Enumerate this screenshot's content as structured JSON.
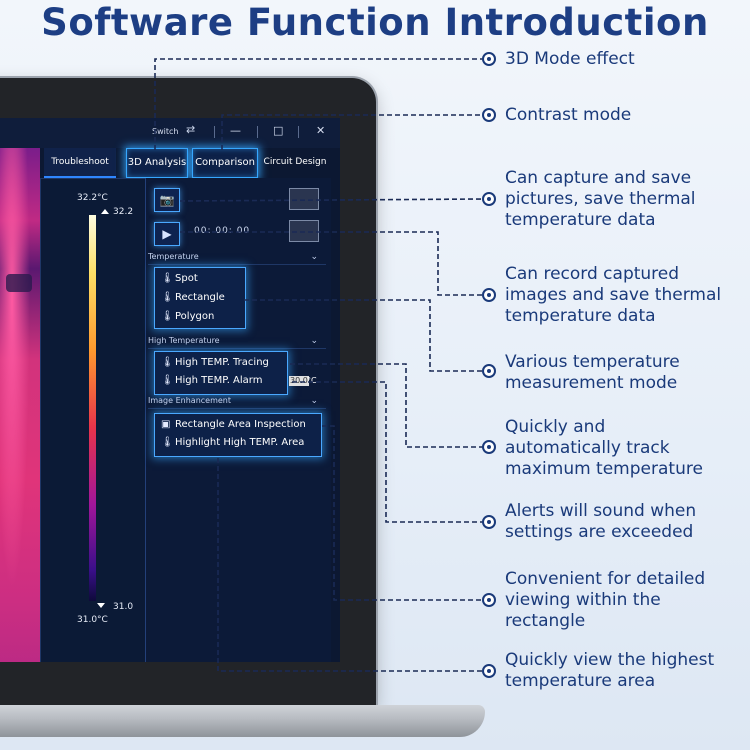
{
  "title": "Software Function Introduction",
  "app": {
    "switch_label": "Switch",
    "switch_icon": "switch-icon",
    "window_controls": {
      "minimize": "—",
      "maximize": "□",
      "close": "✕"
    },
    "tabs": [
      {
        "label": "Troubleshoot"
      },
      {
        "label": "3D Analysis"
      },
      {
        "label": "Comparison"
      },
      {
        "label": "Circuit Design"
      }
    ],
    "colorbar": {
      "top_label": "32.2°C",
      "max_label": "32.2",
      "min_label": "31.0",
      "bottom_label": "31.0°C"
    },
    "timer": "00: 00: 00",
    "sections": {
      "temperature": {
        "label": "Temperature",
        "options": [
          "Spot",
          "Rectangle",
          "Polygon"
        ]
      },
      "high_temperature": {
        "label": "High Temperature",
        "options": [
          "High TEMP. Tracing",
          "High TEMP. Alarm"
        ]
      },
      "image_enhancement": {
        "label": "Image Enhancement",
        "options": [
          "Rectangle Area Inspection",
          "Highlight High TEMP. Area"
        ]
      }
    },
    "alarm_value": "30.0",
    "alarm_unit": "°C"
  },
  "annotations": [
    [
      "3D Mode effect"
    ],
    [
      "Contrast mode"
    ],
    [
      "Can capture and save",
      "pictures, save thermal",
      "temperature data"
    ],
    [
      "Can record captured",
      "images and save thermal",
      "temperature data"
    ],
    [
      "Various temperature",
      "measurement mode"
    ],
    [
      "Quickly and",
      "automatically track",
      "maximum temperature"
    ],
    [
      "Alerts will sound when",
      "settings are exceeded"
    ],
    [
      "Convenient for detailed",
      "viewing within the",
      "rectangle"
    ],
    [
      "Quickly view the highest",
      "temperature area"
    ]
  ],
  "colors": {
    "title": "#1d3e84",
    "accent": "#36a7ff",
    "annotation": "#1a3a7a"
  }
}
